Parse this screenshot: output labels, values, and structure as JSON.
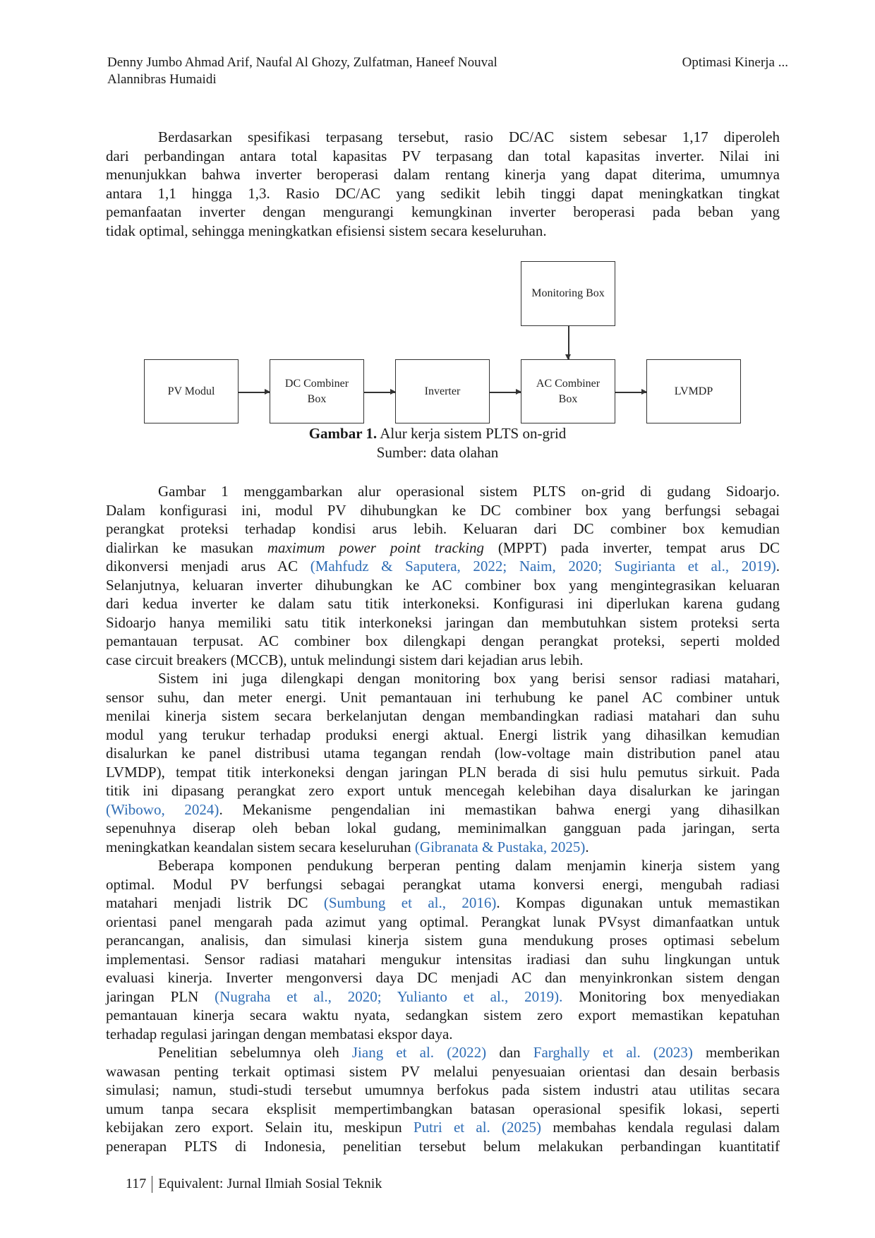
{
  "header": {
    "authors_line1": "Denny Jumbo Ahmad Arif, Naufal Al Ghozy, Zulfatman, Haneef Nouval",
    "authors_line2": "Alannibras Humaidi",
    "running_title": "Optimasi Kinerja  ..."
  },
  "figure": {
    "boxes": {
      "pv_modul": "PV Modul",
      "dc_combiner_1": "DC Combiner",
      "dc_combiner_2": "Box",
      "inverter": "Inverter",
      "ac_combiner_1": "AC Combiner",
      "ac_combiner_2": "Box",
      "lvmdp": "LVMDP",
      "monitoring": "Monitoring  Box"
    },
    "caption_label": "Gambar 1.",
    "caption_text": " Alur kerja sistem PLTS on-grid",
    "source": "Sumber: data olahan"
  },
  "paragraphs": [
    [
      [
        {
          "t": "Berdasarkan spesifikasi terpasang tersebut, rasio DC/AC sistem sebesar 1,17 diperoleh"
        }
      ],
      [
        {
          "t": "dari perbandingan antara total kapasitas PV terpasang dan total kapasitas inverter. Nilai ini"
        }
      ],
      [
        {
          "t": "menunjukkan bahwa inverter beroperasi dalam rentang kinerja yang dapat diterima, umumnya"
        }
      ],
      [
        {
          "t": "antara 1,1 hingga 1,3. Rasio DC/AC yang sedikit lebih tinggi dapat meningkatkan tingkat"
        }
      ],
      [
        {
          "t": "pemanfaatan inverter dengan mengurangi kemungkinan inverter beroperasi pada beban yang"
        }
      ],
      [
        {
          "t": "tidak optimal, sehingga meningkatkan efisiensi sistem secara keseluruhan."
        }
      ]
    ],
    [
      [
        {
          "t": "Gambar 1 menggambarkan alur operasional sistem PLTS on-grid di gudang Sidoarjo."
        }
      ],
      [
        {
          "t": "Dalam konfigurasi ini, modul PV dihubungkan ke DC combiner box yang berfungsi sebagai"
        }
      ],
      [
        {
          "t": "perangkat proteksi terhadap kondisi arus lebih. Keluaran dari DC combiner box kemudian"
        }
      ],
      [
        {
          "t": "dialirkan ke masukan "
        },
        {
          "t": "maximum power point tracking",
          "s": "i"
        },
        {
          "t": " (MPPT) pada inverter, tempat arus DC"
        }
      ],
      [
        {
          "t": "dikonversi menjadi arus AC "
        },
        {
          "t": "(Mahfudz & Saputera, 2022; Naim, 2020; Sugirianta et al., 2019)",
          "s": "c"
        },
        {
          "t": "."
        }
      ],
      [
        {
          "t": "Selanjutnya, keluaran inverter dihubungkan ke AC combiner box yang mengintegrasikan keluaran"
        }
      ],
      [
        {
          "t": "dari kedua inverter ke dalam satu titik interkoneksi. Konfigurasi ini diperlukan karena gudang"
        }
      ],
      [
        {
          "t": "Sidoarjo hanya memiliki satu titik interkoneksi jaringan dan membutuhkan sistem proteksi serta"
        }
      ],
      [
        {
          "t": "pemantauan terpusat. AC combiner box dilengkapi dengan perangkat proteksi, seperti molded"
        }
      ],
      [
        {
          "t": "case circuit breakers (MCCB), untuk melindungi sistem dari kejadian arus lebih."
        }
      ]
    ],
    [
      [
        {
          "t": "Sistem ini juga dilengkapi dengan monitoring box yang berisi sensor radiasi matahari,"
        }
      ],
      [
        {
          "t": "sensor suhu, dan meter energi. Unit pemantauan ini terhubung ke panel AC combiner untuk"
        }
      ],
      [
        {
          "t": "menilai kinerja sistem secara berkelanjutan dengan membandingkan radiasi matahari dan suhu"
        }
      ],
      [
        {
          "t": "modul yang terukur terhadap produksi energi aktual. Energi listrik yang dihasilkan kemudian"
        }
      ],
      [
        {
          "t": "disalurkan ke panel distribusi utama tegangan rendah (low-voltage main distribution panel atau"
        }
      ],
      [
        {
          "t": "LVMDP), tempat titik interkoneksi dengan jaringan PLN berada di sisi hulu pemutus sirkuit. Pada"
        }
      ],
      [
        {
          "t": "titik ini dipasang perangkat zero export untuk mencegah kelebihan daya disalurkan ke jaringan"
        }
      ],
      [
        {
          "t": "(Wibowo, 2024)",
          "s": "c"
        },
        {
          "t": ". Mekanisme pengendalian ini memastikan bahwa energi yang dihasilkan"
        }
      ],
      [
        {
          "t": "sepenuhnya diserap oleh beban lokal gudang, meminimalkan gangguan pada jaringan, serta"
        }
      ],
      [
        {
          "t": "meningkatkan keandalan sistem secara keseluruhan "
        },
        {
          "t": "(Gibranata & Pustaka, 2025)",
          "s": "c"
        },
        {
          "t": "."
        }
      ]
    ],
    [
      [
        {
          "t": "Beberapa komponen pendukung berperan penting dalam menjamin kinerja sistem yang"
        }
      ],
      [
        {
          "t": "optimal. Modul PV berfungsi sebagai perangkat utama konversi energi, mengubah radiasi"
        }
      ],
      [
        {
          "t": "matahari menjadi listrik DC "
        },
        {
          "t": "(Sumbung et al., 2016)",
          "s": "c"
        },
        {
          "t": ". Kompas digunakan untuk memastikan"
        }
      ],
      [
        {
          "t": "orientasi panel mengarah pada azimut yang optimal. Perangkat lunak PVsyst dimanfaatkan untuk"
        }
      ],
      [
        {
          "t": "perancangan, analisis, dan simulasi kinerja sistem guna mendukung proses optimasi sebelum"
        }
      ],
      [
        {
          "t": "implementasi. Sensor radiasi matahari mengukur intensitas iradiasi dan suhu lingkungan untuk"
        }
      ],
      [
        {
          "t": "evaluasi kinerja. Inverter mengonversi daya DC menjadi AC dan menyinkronkan sistem dengan"
        }
      ],
      [
        {
          "t": "jaringan PLN "
        },
        {
          "t": "(Nugraha et al., 2020; Yulianto et al., 2019).",
          "s": "c"
        },
        {
          "t": " Monitoring box menyediakan"
        }
      ],
      [
        {
          "t": "pemantauan kinerja secara waktu nyata, sedangkan sistem zero export memastikan kepatuhan"
        }
      ],
      [
        {
          "t": "terhadap regulasi jaringan dengan membatasi ekspor daya."
        }
      ]
    ],
    [
      [
        {
          "t": "Penelitian sebelumnya oleh "
        },
        {
          "t": "Jiang et al. (2022)",
          "s": "c"
        },
        {
          "t": " dan "
        },
        {
          "t": "Farghally et al. (2023)",
          "s": "c"
        },
        {
          "t": " memberikan"
        }
      ],
      [
        {
          "t": "wawasan penting terkait optimasi sistem PV melalui penyesuaian orientasi dan desain berbasis"
        }
      ],
      [
        {
          "t": "simulasi; namun, studi-studi tersebut umumnya berfokus pada sistem industri atau utilitas secara"
        }
      ],
      [
        {
          "t": "umum tanpa secara eksplisit mempertimbangkan batasan operasional spesifik lokasi, seperti"
        }
      ],
      [
        {
          "t": "kebijakan zero export. Selain itu, meskipun "
        },
        {
          "t": "Putri et al. (2025)",
          "s": "c"
        },
        {
          "t": " membahas kendala regulasi dalam"
        }
      ],
      [
        {
          "t": "penerapan PLTS di Indonesia, penelitian tersebut belum melakukan perbandingan kuantitatif"
        }
      ]
    ]
  ],
  "footer": {
    "page_number": "117",
    "journal": "Equivalent: Jurnal Ilmiah Sosial Teknik"
  }
}
